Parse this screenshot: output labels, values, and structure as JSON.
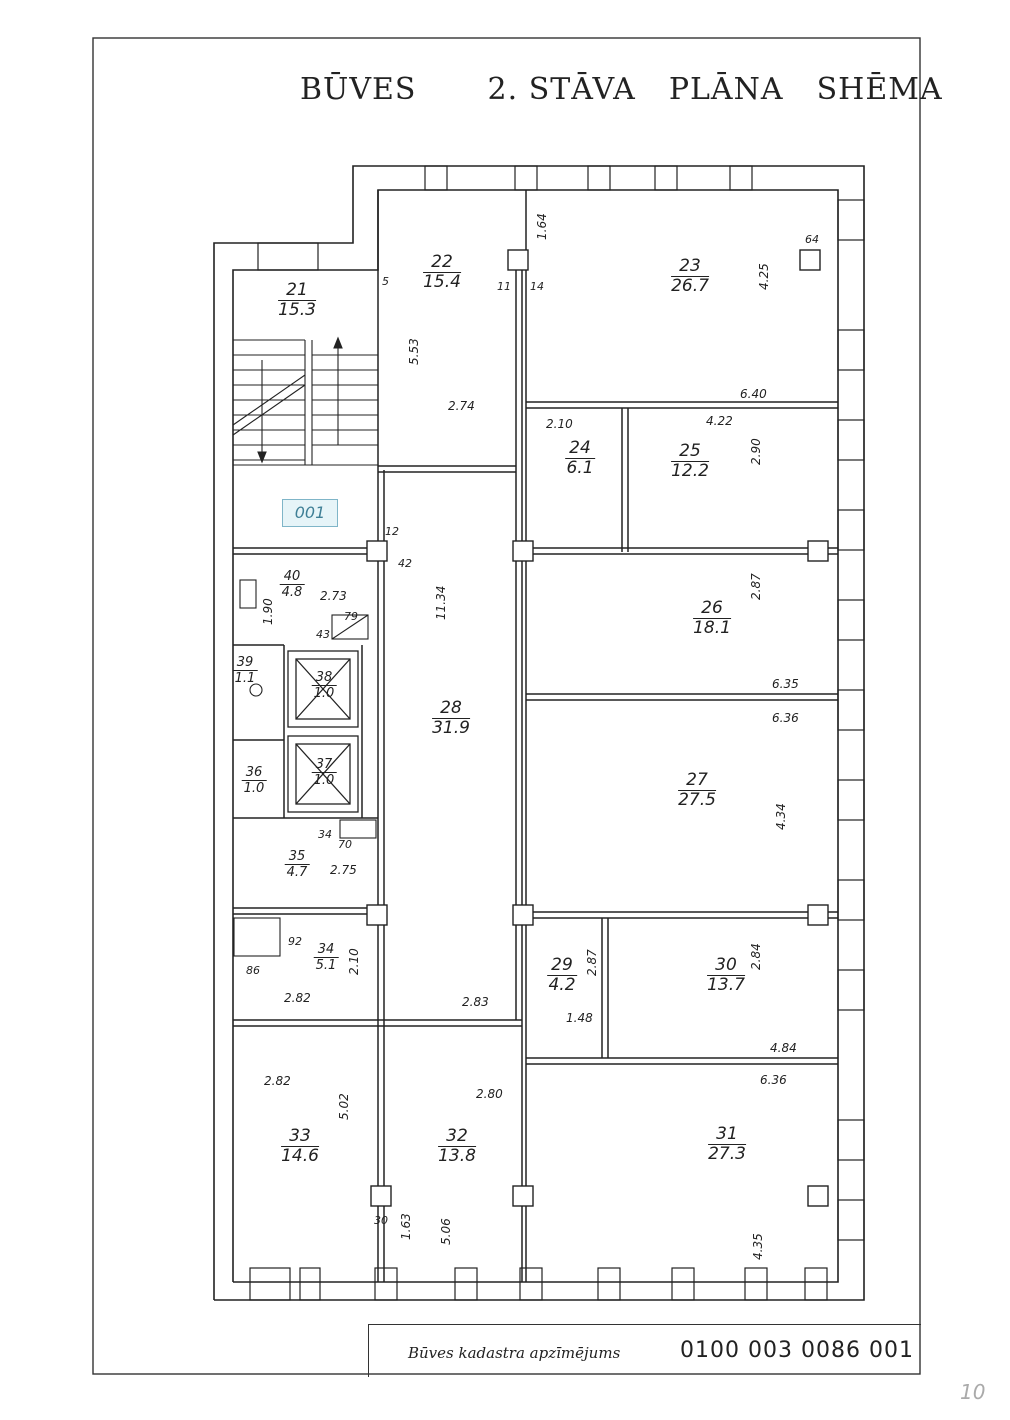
{
  "title": {
    "part1": "BŪVES",
    "part2": "2. STĀVA",
    "part3": "PLĀNA",
    "part4": "SHĒMA"
  },
  "footer": {
    "label": "Būves kadastra apzīmējums",
    "code": "0100 003 0086 001"
  },
  "page_number": "10",
  "stamp_text": "001",
  "rooms": [
    {
      "num": "21",
      "area": "15.3"
    },
    {
      "num": "22",
      "area": "15.4"
    },
    {
      "num": "23",
      "area": "26.7"
    },
    {
      "num": "24",
      "area": "6.1"
    },
    {
      "num": "25",
      "area": "12.2"
    },
    {
      "num": "26",
      "area": "18.1"
    },
    {
      "num": "27",
      "area": "27.5"
    },
    {
      "num": "28",
      "area": "31.9"
    },
    {
      "num": "29",
      "area": "4.2"
    },
    {
      "num": "30",
      "area": "13.7"
    },
    {
      "num": "31",
      "area": "27.3"
    },
    {
      "num": "32",
      "area": "13.8"
    },
    {
      "num": "33",
      "area": "14.6"
    },
    {
      "num": "34",
      "area": "5.1"
    },
    {
      "num": "35",
      "area": "4.7"
    },
    {
      "num": "36",
      "area": "1.0"
    },
    {
      "num": "37",
      "area": "1.0"
    },
    {
      "num": "38",
      "area": "1.0"
    },
    {
      "num": "39",
      "area": "1.1"
    },
    {
      "num": "40",
      "area": "4.8"
    }
  ],
  "dimensions": [
    "6.40",
    "4.22",
    "2.90",
    "6.35",
    "6.36",
    "4.34",
    "2.87",
    "2.84",
    "4.84",
    "6.36",
    "4.35",
    "5.53",
    "2.74",
    "11.34",
    "2.83",
    "2.82",
    "5.02",
    "2.80",
    "5.06",
    "2.73",
    "2.75",
    "2.82",
    "2.10",
    "1.48",
    "1.90",
    "4.25",
    "1.64",
    "2.10",
    "1.63",
    "2.87"
  ],
  "small_marks": [
    "12",
    "42",
    "64",
    "14",
    "11",
    "5",
    "30",
    "86",
    "92",
    "34",
    "70",
    "79",
    "43"
  ]
}
